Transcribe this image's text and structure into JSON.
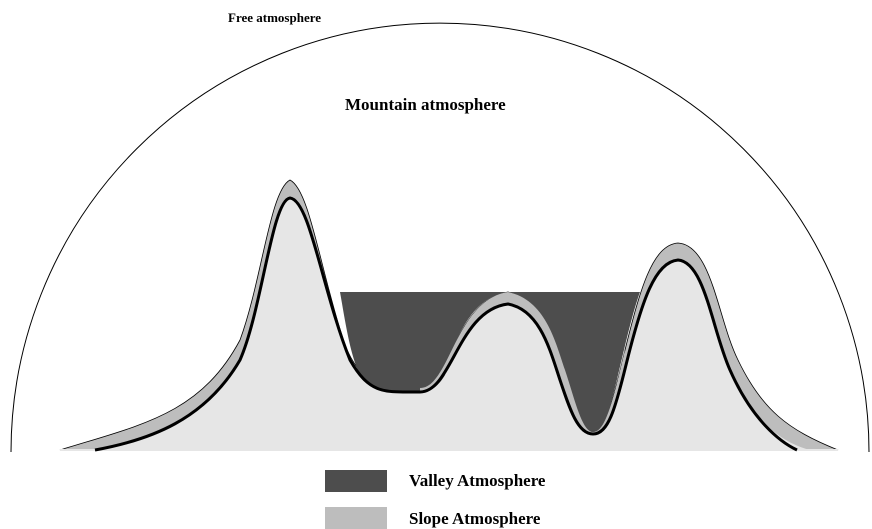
{
  "labels": {
    "free_atmosphere": "Free atmosphere",
    "mountain_atmosphere": "Mountain atmosphere"
  },
  "legend": [
    {
      "label": "Valley Atmosphere",
      "color": "#4d4d4d"
    },
    {
      "label": "Slope Atmosphere",
      "color": "#bdbdbd"
    }
  ],
  "colors": {
    "terrain": "#e6e6e6",
    "slope_layer": "#bdbdbd",
    "valley_layer": "#4d4d4d",
    "outline": "#000000"
  }
}
